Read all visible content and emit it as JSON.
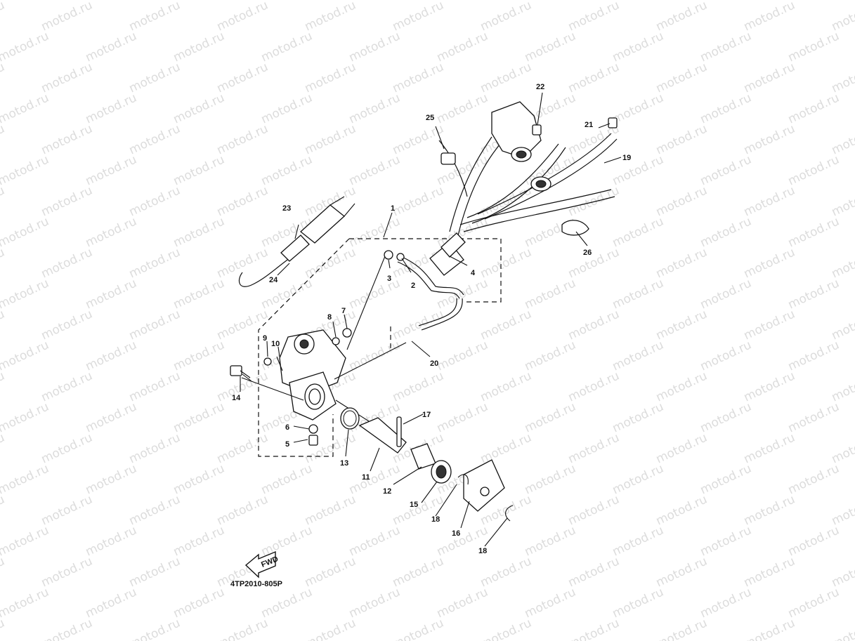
{
  "watermark": {
    "text": "motod.ru"
  },
  "diagram": {
    "code": "4TP2010-805P",
    "fwd_label": "FWD",
    "callouts": [
      {
        "id": "c1",
        "number": "1"
      },
      {
        "id": "c2",
        "number": "2"
      },
      {
        "id": "c3",
        "number": "3"
      },
      {
        "id": "c4",
        "number": "4"
      },
      {
        "id": "c5",
        "number": "5"
      },
      {
        "id": "c6",
        "number": "6"
      },
      {
        "id": "c7",
        "number": "7"
      },
      {
        "id": "c8",
        "number": "8"
      },
      {
        "id": "c9",
        "number": "9"
      },
      {
        "id": "c10",
        "number": "10"
      },
      {
        "id": "c11",
        "number": "11"
      },
      {
        "id": "c12",
        "number": "12"
      },
      {
        "id": "c13",
        "number": "13"
      },
      {
        "id": "c14",
        "number": "14"
      },
      {
        "id": "c15",
        "number": "15"
      },
      {
        "id": "c16",
        "number": "16"
      },
      {
        "id": "c17",
        "number": "17"
      },
      {
        "id": "c18a",
        "number": "18"
      },
      {
        "id": "c18b",
        "number": "18"
      },
      {
        "id": "c19",
        "number": "19"
      },
      {
        "id": "c20",
        "number": "20"
      },
      {
        "id": "c21",
        "number": "21"
      },
      {
        "id": "c22",
        "number": "22"
      },
      {
        "id": "c23",
        "number": "23"
      },
      {
        "id": "c24",
        "number": "24"
      },
      {
        "id": "c25",
        "number": "25"
      },
      {
        "id": "c26",
        "number": "26"
      }
    ]
  }
}
